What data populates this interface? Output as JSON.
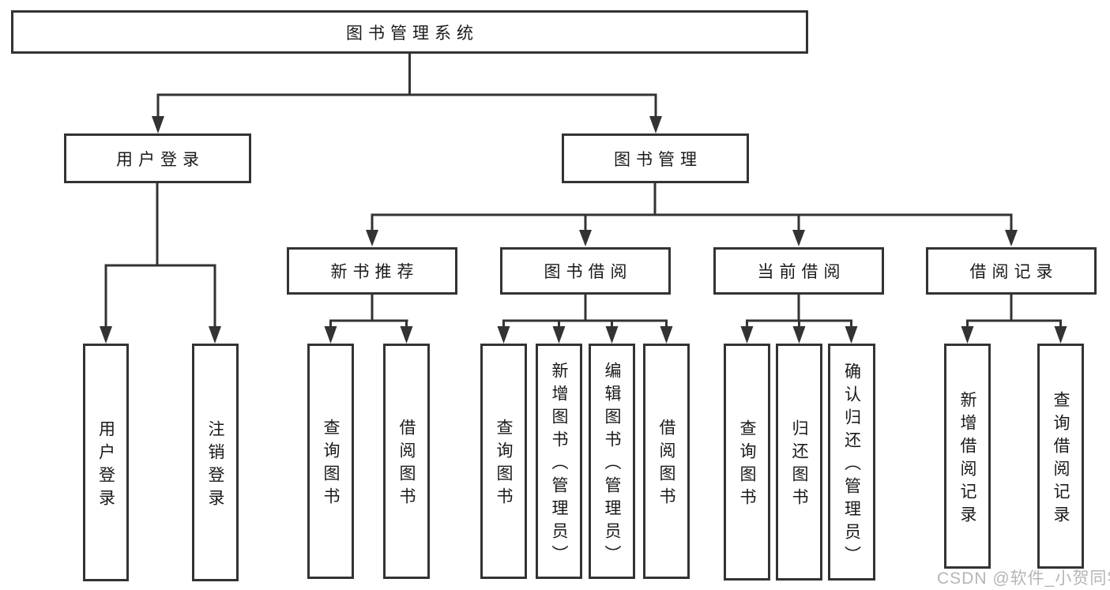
{
  "root": {
    "label": "图书管理系统"
  },
  "level2": [
    {
      "label": "用户登录"
    },
    {
      "label": "图书管理"
    }
  ],
  "level3": [
    {
      "label": "新书推荐"
    },
    {
      "label": "图书借阅"
    },
    {
      "label": "当前借阅"
    },
    {
      "label": "借阅记录"
    }
  ],
  "leaves": {
    "login": [
      "用户登录",
      "注销登录"
    ],
    "newBook": [
      "查询图书",
      "借阅图书"
    ],
    "borrow": [
      "查询图书",
      "新增图书（管理员）",
      "编辑图书（管理员）",
      "借阅图书"
    ],
    "current": [
      "查询图书",
      "归还图书",
      "确认归还（管理员）"
    ],
    "records": [
      "新增借阅记录",
      "查询借阅记录"
    ]
  },
  "watermark": "CSDN @软件_小贺同学",
  "colors": {
    "line": "#333333",
    "text": "#1a1a1a",
    "watermark": "#b5b5b5",
    "background": "#ffffff"
  }
}
